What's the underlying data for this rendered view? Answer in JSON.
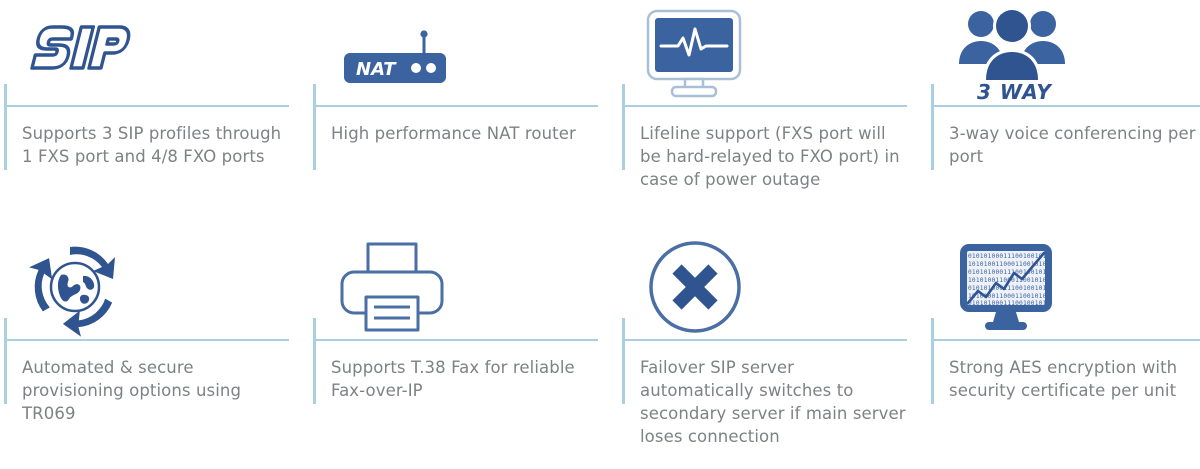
{
  "theme": {
    "rule_color": "#a9cfe0",
    "icon_blue": "#3b63a0",
    "icon_blue_dark": "#2f5490",
    "icon_outline": "#4a6fa5",
    "text_color": "#7e8185",
    "background": "#ffffff"
  },
  "features": [
    {
      "id": "sip-profiles",
      "icon": "sip-logo-icon",
      "icon_label": "SIP",
      "caption": "Supports 3 SIP profiles through 1 FXS port and 4/8 FXO ports"
    },
    {
      "id": "nat-router",
      "icon": "nat-router-icon",
      "icon_label": "NAT",
      "caption": "High performance NAT router"
    },
    {
      "id": "lifeline-support",
      "icon": "monitor-pulse-icon",
      "icon_label": "",
      "caption": "Lifeline support (FXS port will be hard-relayed to FXO port) in case of power outage"
    },
    {
      "id": "three-way-conferencing",
      "icon": "three-people-icon",
      "icon_label": "3 WAY",
      "caption": "3-way voice conferencing per port"
    },
    {
      "id": "auto-provisioning",
      "icon": "globe-refresh-arrows-icon",
      "icon_label": "",
      "caption": "Automated & secure provisioning options using TR069"
    },
    {
      "id": "t38-fax",
      "icon": "fax-printer-icon",
      "icon_label": "",
      "caption": "Supports T.38 Fax for reliable Fax-over-IP"
    },
    {
      "id": "failover-sip-server",
      "icon": "x-circle-icon",
      "icon_label": "",
      "caption": "Failover SIP server automatically switches to secondary server if main server loses connection"
    },
    {
      "id": "aes-encryption",
      "icon": "encryption-monitor-icon",
      "icon_label": "",
      "caption": "Strong AES encryption with security certificate per unit"
    }
  ]
}
